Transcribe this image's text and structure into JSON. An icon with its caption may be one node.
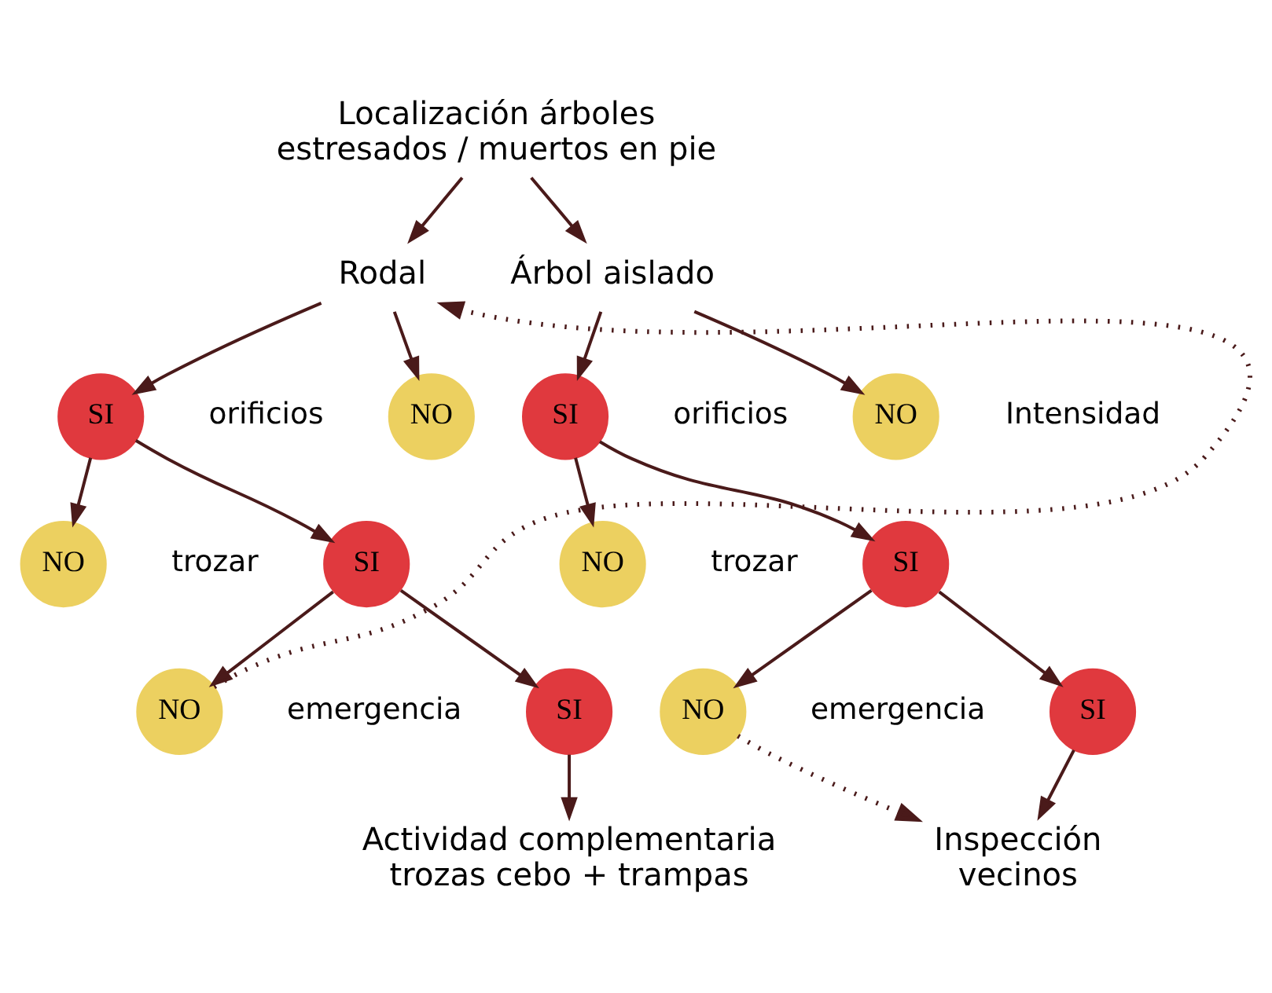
{
  "diagram": {
    "nodes": [
      {
        "text": [
          "Localización árboles estresados / muertos en pie"
        ]
      },
      {
        "text": [
          "Rodal"
        ]
      },
      {
        "text": [
          "Árbol aislado"
        ]
      },
      {
        "text": [
          "SI"
        ]
      },
      {
        "text": [
          "NO"
        ]
      },
      {
        "text": [
          "SI"
        ]
      },
      {
        "text": [
          "NO"
        ]
      },
      {
        "text": [
          "NO"
        ]
      },
      {
        "text": [
          "SI"
        ]
      },
      {
        "text": [
          "NO"
        ]
      },
      {
        "text": [
          "SI"
        ]
      },
      {
        "text": [
          "NO"
        ]
      },
      {
        "text": [
          "SI"
        ]
      },
      {
        "text": [
          "NO"
        ]
      },
      {
        "text": [
          "SI"
        ]
      },
      {
        "text": [
          "Actividad complementaria trozas cebo + trampas"
        ]
      },
      {
        "text": [
          "Inspección vecinos"
        ]
      }
    ],
    "edges": [
      {
        "from": 0,
        "to": 1,
        "arrow": "to"
      },
      {
        "from": 0,
        "to": 2,
        "arrow": "to"
      },
      {
        "from": 1,
        "to": 3,
        "arrow": "to"
      },
      {
        "from": 1,
        "to": 4,
        "arrow": "to"
      },
      {
        "from": 2,
        "to": 5,
        "arrow": "to"
      },
      {
        "from": 2,
        "to": 6,
        "arrow": "to"
      },
      {
        "from": 3,
        "to": 7,
        "arrow": "to"
      },
      {
        "from": 3,
        "to": 8,
        "arrow": "to"
      },
      {
        "from": 5,
        "to": 9,
        "arrow": "to"
      },
      {
        "from": 5,
        "to": 10,
        "arrow": "to"
      },
      {
        "from": 8,
        "to": 11,
        "arrow": "to"
      },
      {
        "from": 8,
        "to": 12,
        "arrow": "to"
      },
      {
        "from": 10,
        "to": 13,
        "arrow": "to"
      },
      {
        "from": 10,
        "to": 14,
        "arrow": "to"
      },
      {
        "from": 12,
        "to": 15,
        "arrow": "to"
      },
      {
        "from": 13,
        "to": 16,
        "arrow": "to",
        "style": "dashed"
      },
      {
        "from": 14,
        "to": 16,
        "arrow": "to"
      },
      {
        "from": 11,
        "to": 1,
        "arrow": "to",
        "style": "dashed"
      }
    ],
    "labels": [
      "orificios",
      "orificios",
      "Intensidad",
      "trozar",
      "trozar",
      "emergencia",
      "emergencia"
    ]
  }
}
